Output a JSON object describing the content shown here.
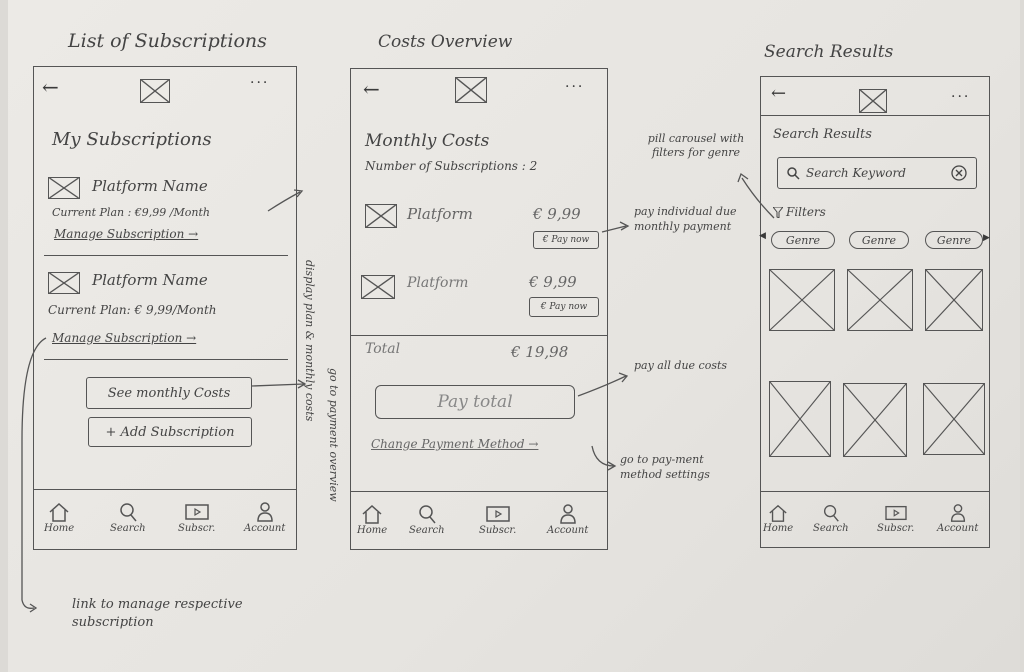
{
  "screens": {
    "list": {
      "heading": "List of Subscriptions",
      "back": "←",
      "more": "···",
      "title": "My Subscriptions",
      "items": [
        {
          "name": "Platform Name",
          "plan": "Current Plan : €9,99 /Month",
          "manage": "Manage Subscription →"
        },
        {
          "name": "Platform Name",
          "plan": "Current Plan: € 9,99/Month",
          "manage": "Manage Subscription →"
        }
      ],
      "see_costs": "See monthly Costs",
      "add": "+ Add Subscription"
    },
    "costs": {
      "heading": "Costs Overview",
      "back": "←",
      "more": "···",
      "title": "Monthly Costs",
      "count": "Number of Subscriptions : 2",
      "items": [
        {
          "name": "Platform",
          "price": "€ 9,99",
          "pay": "€ Pay now"
        },
        {
          "name": "Platform",
          "price": "€ 9,99",
          "pay": "€ Pay now"
        }
      ],
      "total_label": "Total",
      "total_value": "€ 19,98",
      "pay_total": "Pay total",
      "change_method": "Change Payment Method →"
    },
    "search": {
      "heading": "Search Results",
      "back": "←",
      "more": "···",
      "title": "Search Results",
      "search_placeholder": "Search Keyword",
      "filters": "Filters",
      "genres": [
        "Genre",
        "Genre",
        "Genre"
      ]
    }
  },
  "nav": [
    "Home",
    "Search",
    "Subscr.",
    "Account"
  ],
  "annotations": {
    "display_plan": "display plan & monthly costs",
    "go_payment": "go to payment overview",
    "link_manage": "link to manage respective subscription",
    "pay_individual": "pay individual due monthly payment",
    "pay_all": "pay all due costs",
    "go_method": "go to pay-ment method settings",
    "pill_carousel": "pill carousel with filters for genre"
  }
}
